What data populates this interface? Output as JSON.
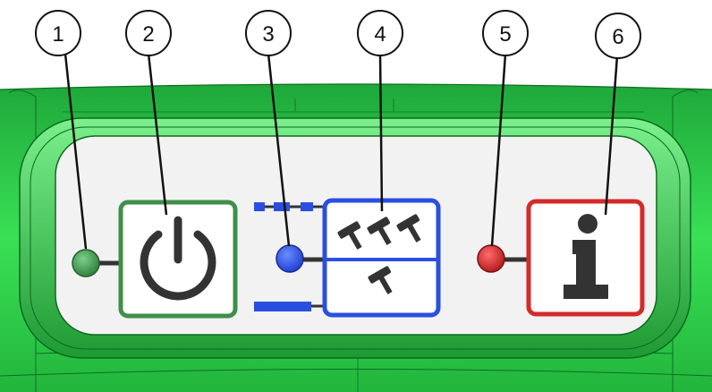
{
  "callouts": [
    {
      "number": "1",
      "target": "green-indicator-led"
    },
    {
      "number": "2",
      "target": "power-button"
    },
    {
      "number": "3",
      "target": "blue-indicator-led"
    },
    {
      "number": "4",
      "target": "hammer-mode-button"
    },
    {
      "number": "5",
      "target": "red-indicator-led"
    },
    {
      "number": "6",
      "target": "info-button"
    }
  ],
  "colors": {
    "housing": "#2fd24a",
    "housing_dark": "#1a9a30",
    "panel": "#f2f2f2",
    "green_led": "#3f8f4a",
    "power_frame": "#3f8f4a",
    "blue": "#2a4fe0",
    "red": "#d42a2a",
    "icon": "#333333"
  },
  "icons": {
    "power": "power-icon",
    "hammer_multi": "hammer-triple-icon",
    "hammer_single": "hammer-single-icon",
    "info": "info-icon"
  }
}
